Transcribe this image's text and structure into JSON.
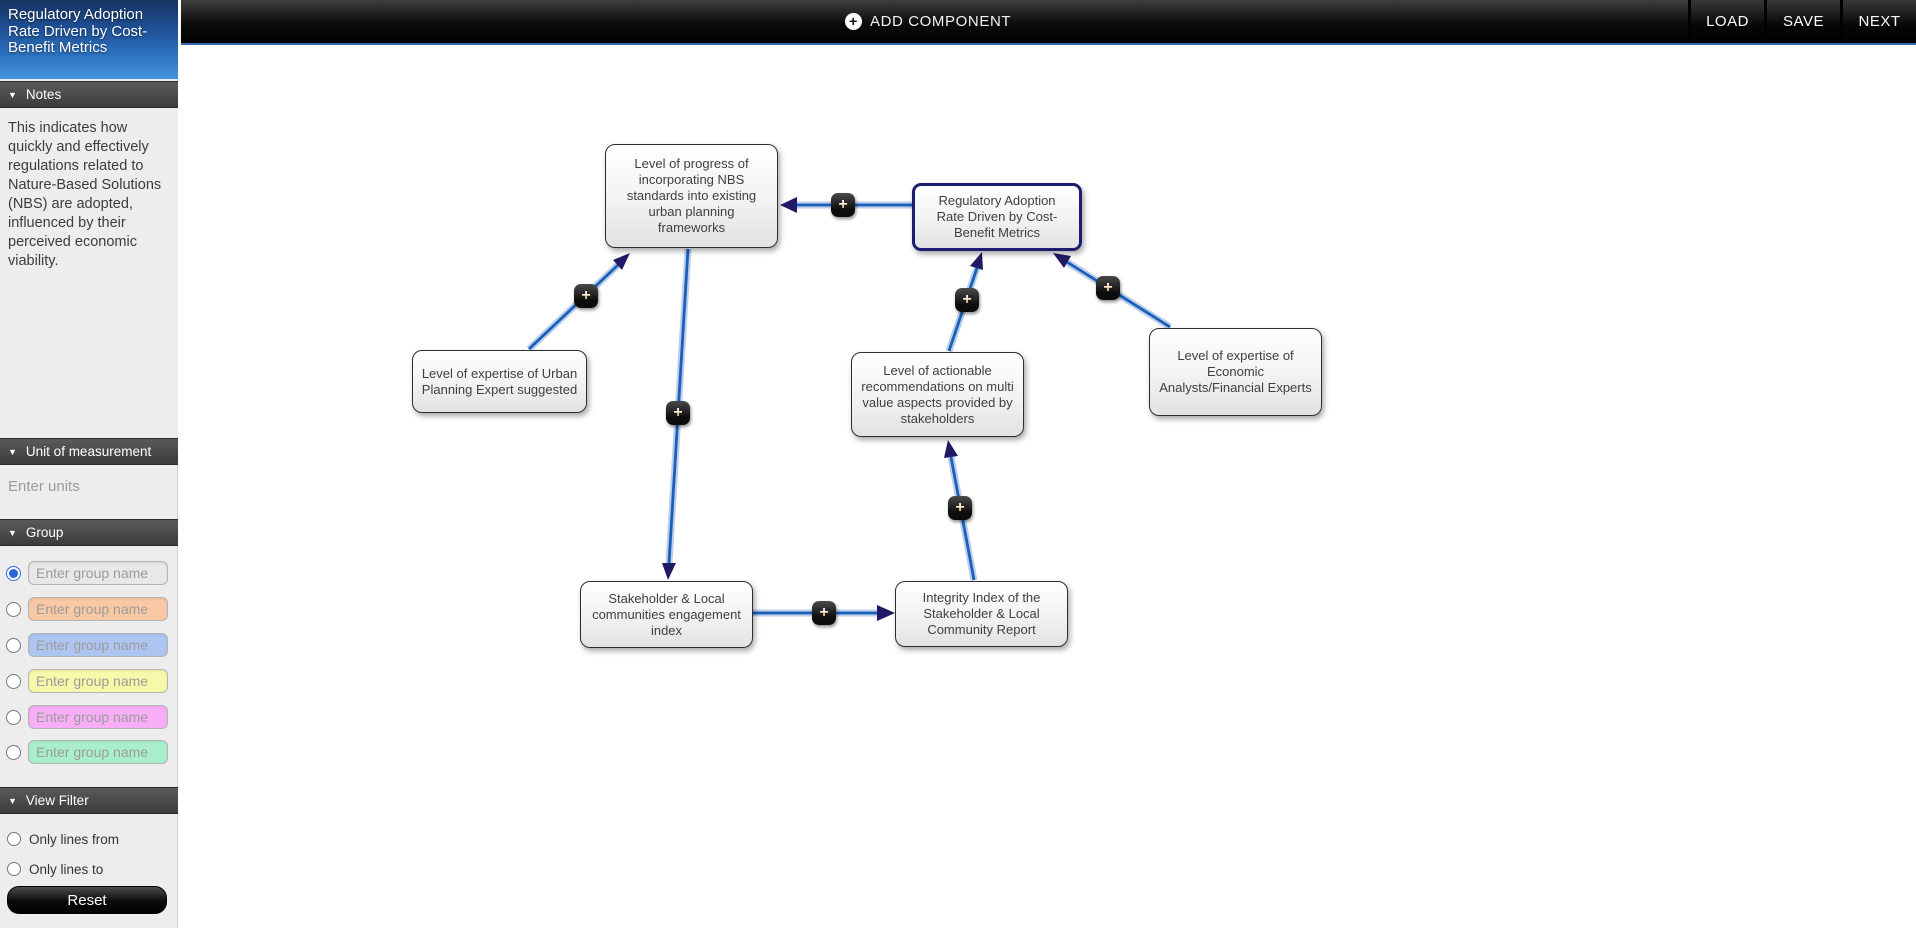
{
  "sidebar": {
    "title": "Regulatory Adoption Rate Driven by Cost-Benefit Metrics",
    "notes": {
      "header": "Notes",
      "text": "This indicates how quickly and effectively regulations related to Nature-Based Solutions (NBS) are adopted, influenced by their perceived economic viability."
    },
    "unit": {
      "header": "Unit of measurement",
      "placeholder": "Enter units",
      "value": ""
    },
    "group": {
      "header": "Group",
      "placeholder": "Enter group name",
      "items": [
        {
          "color": "#e8e8e8",
          "selected": true
        },
        {
          "color": "#f8c9a4",
          "selected": false
        },
        {
          "color": "#aec5f2",
          "selected": false
        },
        {
          "color": "#f8f8aa",
          "selected": false
        },
        {
          "color": "#f7aef7",
          "selected": false
        },
        {
          "color": "#a9efcb",
          "selected": false
        }
      ]
    },
    "view_filter": {
      "header": "View Filter",
      "options": [
        "Only lines from",
        "Only lines to"
      ],
      "reset_label": "Reset"
    }
  },
  "topbar": {
    "add_component": "ADD COMPONENT",
    "load": "LOAD",
    "save": "SAVE",
    "next": "NEXT"
  },
  "icons": {
    "add": "+",
    "collapse": "▼"
  },
  "canvas": {
    "nodes": [
      {
        "label": "Level of progress of incorporating NBS standards into existing urban planning frameworks",
        "selected": false
      },
      {
        "label": "Regulatory Adoption Rate Driven by Cost-Benefit Metrics",
        "selected": true
      },
      {
        "label": "Level of expertise of Urban Planning Expert suggested",
        "selected": false
      },
      {
        "label": "Level of actionable recommendations on multi value aspects provided by stakeholders",
        "selected": false
      },
      {
        "label": "Level of expertise of Economic Analysts/Financial Experts",
        "selected": false
      },
      {
        "label": "Stakeholder & Local communities engagement index",
        "selected": false
      },
      {
        "label": "Integrity Index of the Stakeholder & Local Community Report",
        "selected": false
      }
    ],
    "edges": [
      {
        "from": 1,
        "to": 0,
        "sign": "+"
      },
      {
        "from": 2,
        "to": 0,
        "sign": "+"
      },
      {
        "from": 0,
        "to": 5,
        "sign": "+"
      },
      {
        "from": 3,
        "to": 1,
        "sign": "+"
      },
      {
        "from": 4,
        "to": 1,
        "sign": "+"
      },
      {
        "from": 6,
        "to": 3,
        "sign": "+"
      },
      {
        "from": 5,
        "to": 6,
        "sign": "+"
      }
    ],
    "edge_colors": {
      "core": "#1a5fb8",
      "glow": "#aec6e7",
      "arrow": "#201a66"
    }
  }
}
